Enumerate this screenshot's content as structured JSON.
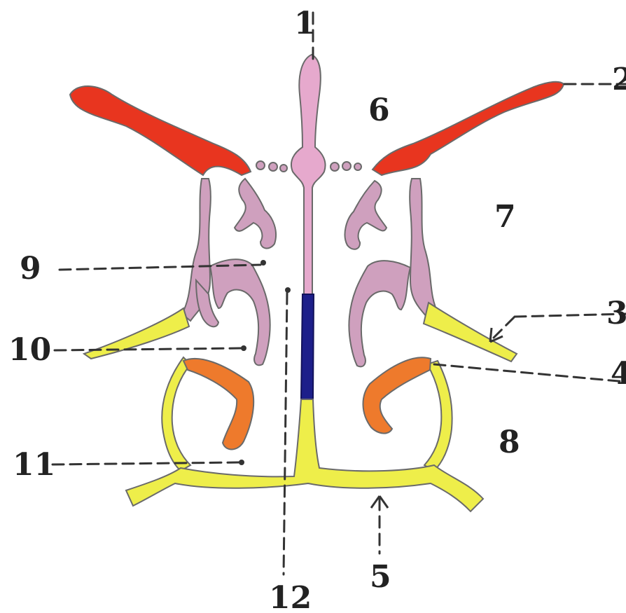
{
  "labels": {
    "l1": "1",
    "l2": "2",
    "l3": "3",
    "l4": "4",
    "l5": "5",
    "l6": "6",
    "l7": "7",
    "l8": "8",
    "l9": "9",
    "l10": "10",
    "l11": "11",
    "l12": "12"
  },
  "colors": {
    "frontal_red": "#e8351f",
    "ethmoid_pink": "#cfa0be",
    "crista_pink": "#e6a9cd",
    "vomer_blue": "#1d1f8a",
    "maxilla_yellow": "#eeee4a",
    "inferior_concha_orange": "#ee7a2c"
  }
}
